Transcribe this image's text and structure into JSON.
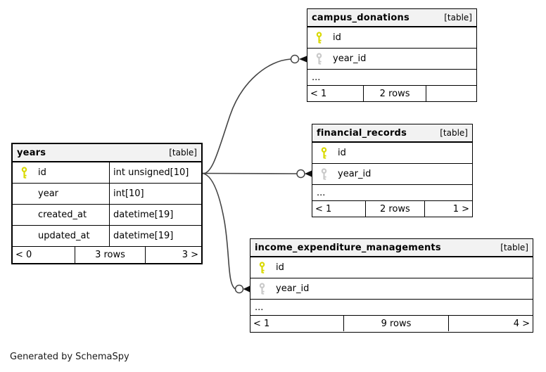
{
  "page": {
    "generated_note": "Generated by SchemaSpy"
  },
  "colors": {
    "primary_key": "#d9d900",
    "foreign_key": "#c9c9c9",
    "header_bg": "#f2f2f2",
    "table_border": "#000000",
    "edge": "#444444",
    "canvas_bg": "#ffffff"
  },
  "tables": [
    {
      "name": "years",
      "badge": "[table]",
      "columns": [
        {
          "name": "id",
          "type": "int unsigned[10]",
          "key": "primary"
        },
        {
          "name": "year",
          "type": "int[10]",
          "key": "none"
        },
        {
          "name": "created_at",
          "type": "datetime[19]",
          "key": "none"
        },
        {
          "name": "updated_at",
          "type": "datetime[19]",
          "key": "none"
        }
      ],
      "footer": {
        "left": "< 0",
        "center": "3 rows",
        "right": "3 >"
      }
    },
    {
      "name": "campus_donations",
      "badge": "[table]",
      "columns": [
        {
          "name": "id",
          "key": "primary"
        },
        {
          "name": "year_id",
          "key": "foreign"
        }
      ],
      "more_indicator": "...",
      "footer": {
        "left": "< 1",
        "center": "2 rows",
        "right": ""
      }
    },
    {
      "name": "financial_records",
      "badge": "[table]",
      "columns": [
        {
          "name": "id",
          "key": "primary"
        },
        {
          "name": "year_id",
          "key": "foreign"
        }
      ],
      "more_indicator": "...",
      "footer": {
        "left": "< 1",
        "center": "2 rows",
        "right": "1 >"
      }
    },
    {
      "name": "income_expenditure_managements",
      "badge": "[table]",
      "columns": [
        {
          "name": "id",
          "key": "primary"
        },
        {
          "name": "year_id",
          "key": "foreign"
        }
      ],
      "more_indicator": "...",
      "footer": {
        "left": "< 1",
        "center": "9 rows",
        "right": "4 >"
      }
    }
  ],
  "relationships": [
    {
      "from": "years.id",
      "to": "campus_donations.year_id"
    },
    {
      "from": "years.id",
      "to": "financial_records.year_id"
    },
    {
      "from": "years.id",
      "to": "income_expenditure_managements.year_id"
    }
  ]
}
